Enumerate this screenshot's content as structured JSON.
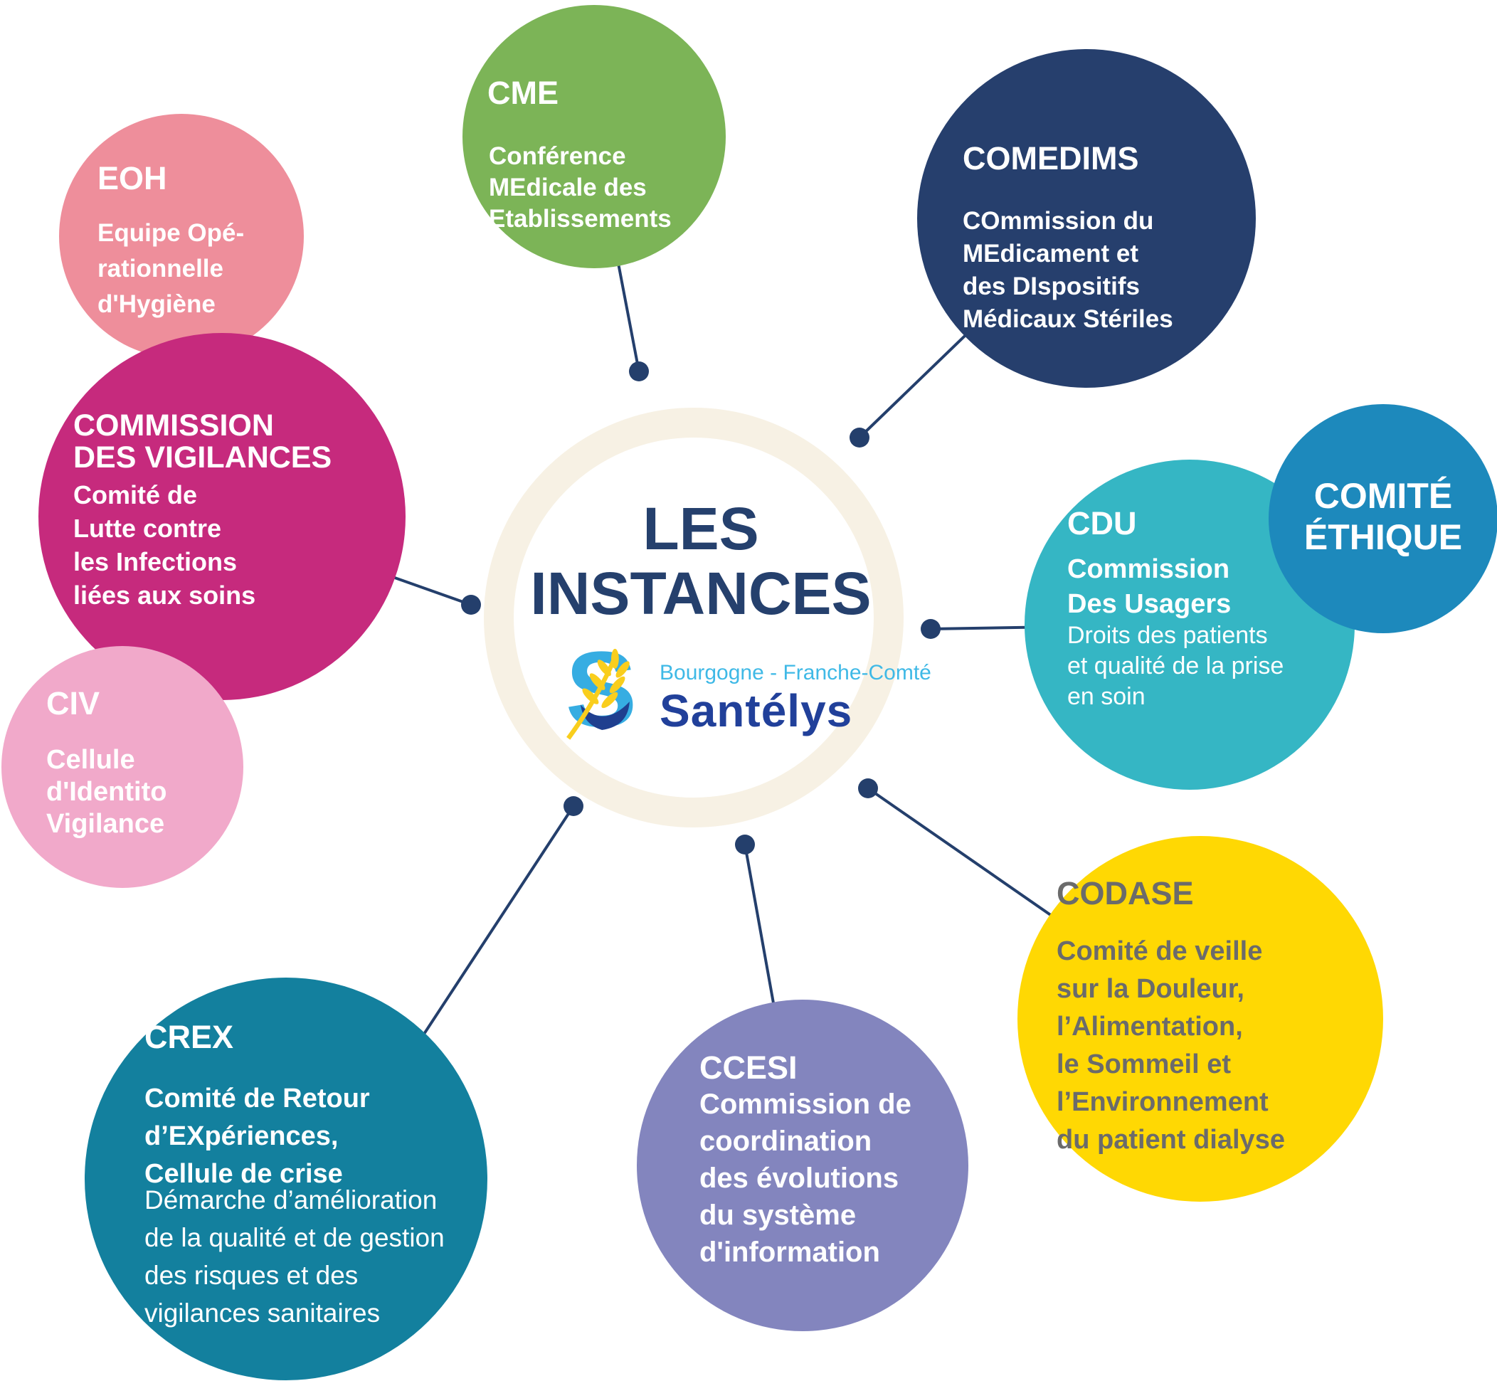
{
  "title": {
    "line1": "LES",
    "line2": "INSTANCES"
  },
  "logo": {
    "monogram": "S",
    "region": "Bourgogne - Franche-Comté",
    "brand": "Santélys",
    "monogram_color": "#36ADE2",
    "wave_color": "#1F3F8F",
    "wheat_color": "#F9CE1D"
  },
  "palette": {
    "connector": "#243F6C",
    "ring": "#F7F1E4",
    "center_text": "#25406D"
  },
  "circles": {
    "eoh": {
      "abbr": "EOH",
      "lines": [
        "Equipe Opé-",
        "rationnelle",
        "d'Hygiène"
      ],
      "color": "#EE8E9B"
    },
    "cme": {
      "abbr": "CME",
      "lines": [
        "Conférence",
        "MEdicale des",
        "Etablissements"
      ],
      "color": "#7CB457"
    },
    "comedims": {
      "abbr": "COMEDIMS",
      "lines": [
        "COmmission du",
        "MEdicament et",
        "des DIspositifs",
        "Médicaux Stériles"
      ],
      "color": "#263F6D"
    },
    "vigilances": {
      "title_lines": [
        "COMMISSION",
        "DES VIGILANCES"
      ],
      "lines": [
        "Comité de",
        "Lutte contre",
        "les Infections",
        "liées aux soins"
      ],
      "color": "#C62A7D"
    },
    "civ": {
      "abbr": "CIV",
      "lines": [
        "Cellule",
        "d'Identito",
        "Vigilance"
      ],
      "color": "#F1A9CA"
    },
    "cdu": {
      "abbr": "CDU",
      "bold_lines": [
        "Commission",
        "Des Usagers"
      ],
      "regular_lines": [
        "Droits des patients",
        "et qualité de la prise",
        "en soin"
      ],
      "color": "#35B6C4"
    },
    "ethique": {
      "title_lines": [
        "COMITÉ",
        "ÉTHIQUE"
      ],
      "color": "#1D89BC"
    },
    "codase": {
      "abbr": "CODASE",
      "lines": [
        "Comité de veille",
        "sur la Douleur,",
        "l’Alimentation,",
        "le Sommeil et",
        "l’Environnement",
        "du patient dialyse"
      ],
      "color": "#FFD803",
      "text_color": "#6B6B6B"
    },
    "crex": {
      "abbr": "CREX",
      "bold_lines": [
        "Comité de Retour",
        "d’EXpériences,",
        "Cellule de crise"
      ],
      "regular_lines": [
        "Démarche d’amélioration",
        "de la qualité et de gestion",
        "des risques et des",
        "vigilances sanitaires"
      ],
      "color": "#13809E"
    },
    "ccesi": {
      "abbr": "CCESI",
      "lines": [
        "Commission de",
        "coordination",
        "des évolutions",
        "du système",
        "d'information"
      ],
      "color": "#8385BE"
    }
  }
}
